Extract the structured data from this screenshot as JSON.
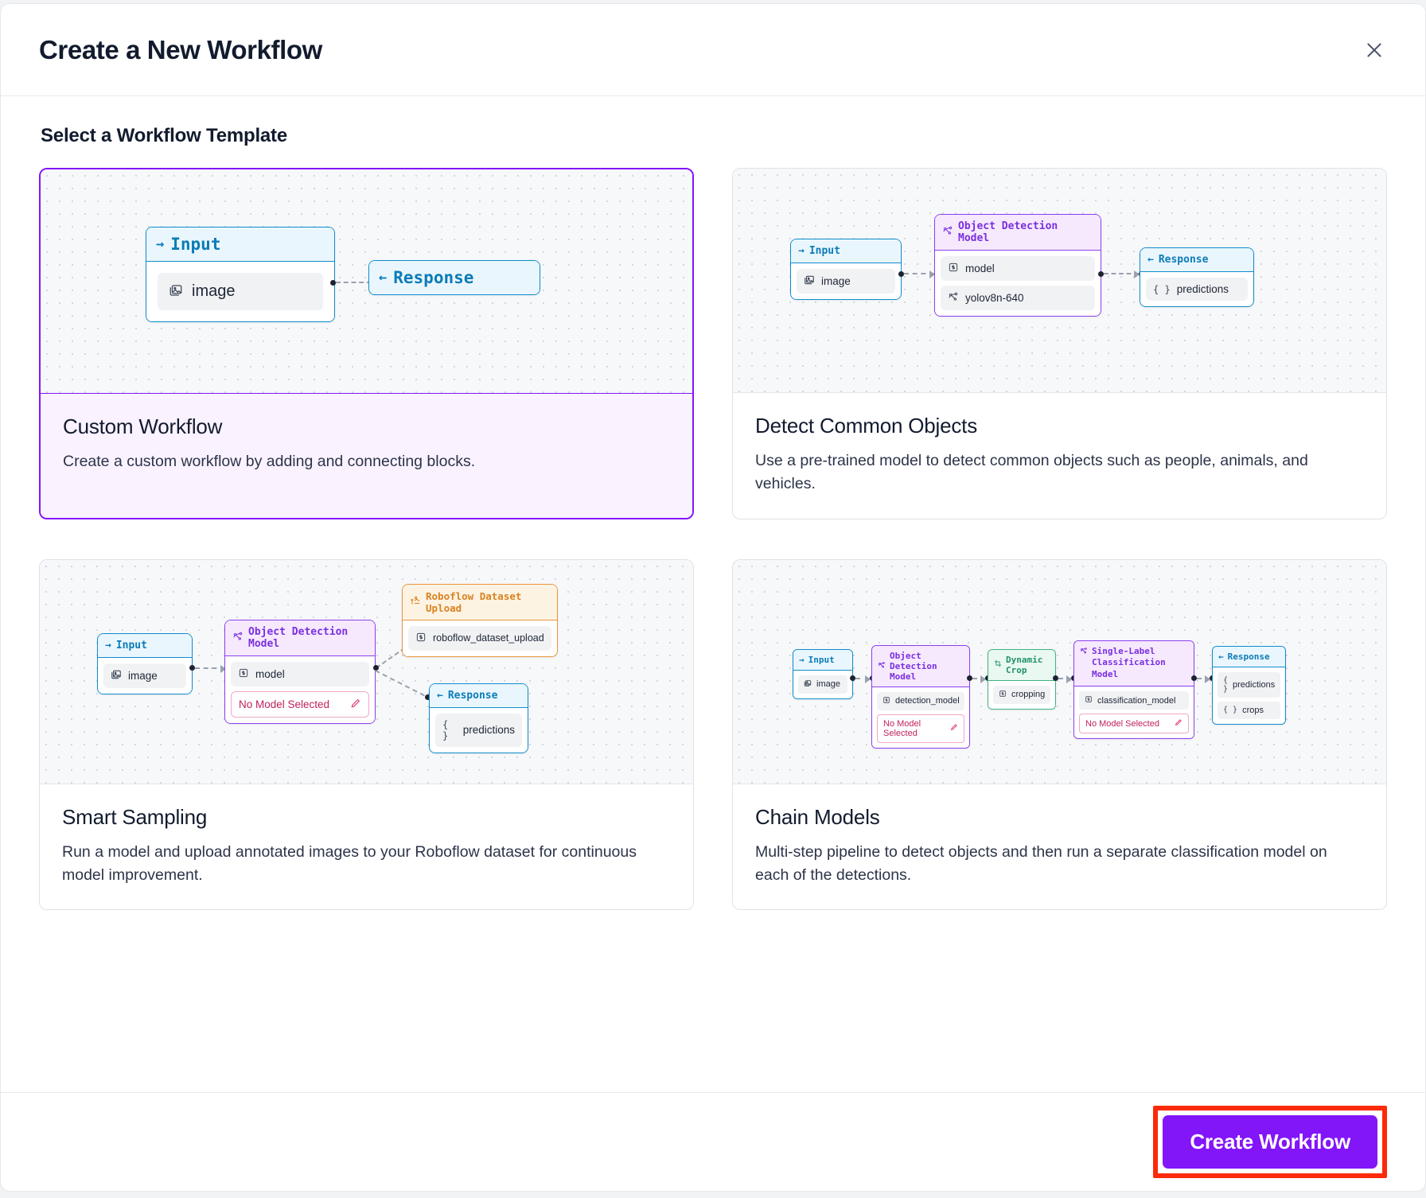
{
  "dialog": {
    "title": "Create a New Workflow",
    "close_icon": "close-icon",
    "section_title": "Select a Workflow Template",
    "primary_button": "Create Workflow",
    "accent_color": "#8315f9",
    "highlight_color": "#fc2a08"
  },
  "templates": [
    {
      "id": "custom-workflow",
      "name": "Custom Workflow",
      "description": "Create a custom workflow by adding and connecting blocks.",
      "selected": true,
      "nodes": [
        {
          "id": "input",
          "theme": "blue",
          "icon": "arrow-right-icon",
          "icon_glyph": "→",
          "title": "Input",
          "rows": [
            {
              "icon": "image-icon",
              "label": "image"
            }
          ]
        },
        {
          "id": "response",
          "theme": "blue",
          "icon": "arrow-left-icon",
          "icon_glyph": "←",
          "title": "Response",
          "rows": []
        }
      ]
    },
    {
      "id": "detect-common-objects",
      "name": "Detect Common Objects",
      "description": "Use a pre-trained model to detect common objects such as people, animals, and vehicles.",
      "selected": false,
      "nodes": [
        {
          "id": "input",
          "theme": "blue",
          "icon": "arrow-right-icon",
          "icon_glyph": "→",
          "title": "Input",
          "rows": [
            {
              "icon": "image-icon",
              "label": "image"
            }
          ]
        },
        {
          "id": "object-detection-model",
          "theme": "purple",
          "icon": "model-icon",
          "title": "Object Detection Model",
          "rows": [
            {
              "icon": "param-icon",
              "label": "model"
            },
            {
              "icon": "model-icon",
              "label": "yolov8n-640"
            }
          ]
        },
        {
          "id": "response",
          "theme": "blue",
          "icon": "arrow-left-icon",
          "icon_glyph": "←",
          "title": "Response",
          "rows": [
            {
              "icon": "braces-icon",
              "label": "predictions"
            }
          ]
        }
      ]
    },
    {
      "id": "smart-sampling",
      "name": "Smart Sampling",
      "description": "Run a model and upload annotated images to your Roboflow dataset for continuous model improvement.",
      "selected": false,
      "nodes": [
        {
          "id": "input",
          "theme": "blue",
          "icon": "arrow-right-icon",
          "icon_glyph": "→",
          "title": "Input",
          "rows": [
            {
              "icon": "image-icon",
              "label": "image"
            }
          ]
        },
        {
          "id": "object-detection-model",
          "theme": "purple",
          "icon": "model-icon",
          "title": "Object Detection Model",
          "rows": [
            {
              "icon": "param-icon",
              "label": "model"
            },
            {
              "icon": "pencil-icon",
              "label": "No Model Selected",
              "warn": true
            }
          ]
        },
        {
          "id": "roboflow-dataset-upload",
          "theme": "orange",
          "icon": "upload-icon",
          "title": "Roboflow Dataset Upload",
          "rows": [
            {
              "icon": "param-icon",
              "label": "roboflow_dataset_upload"
            }
          ]
        },
        {
          "id": "response",
          "theme": "blue",
          "icon": "arrow-left-icon",
          "icon_glyph": "←",
          "title": "Response",
          "rows": [
            {
              "icon": "braces-icon",
              "label": "predictions"
            }
          ]
        }
      ]
    },
    {
      "id": "chain-models",
      "name": "Chain Models",
      "description": "Multi-step pipeline to detect objects and then run a separate classification model on each of the detections.",
      "selected": false,
      "nodes": [
        {
          "id": "input",
          "theme": "blue",
          "icon": "arrow-right-icon",
          "icon_glyph": "→",
          "title": "Input",
          "rows": [
            {
              "icon": "image-icon",
              "label": "image"
            }
          ]
        },
        {
          "id": "object-detection-model",
          "theme": "purple",
          "icon": "model-icon",
          "title": "Object Detection Model",
          "rows": [
            {
              "icon": "param-icon",
              "label": "detection_model"
            },
            {
              "icon": "pencil-icon",
              "label": "No Model Selected",
              "warn": true
            }
          ]
        },
        {
          "id": "dynamic-crop",
          "theme": "green",
          "icon": "crop-icon",
          "title": "Dynamic Crop",
          "rows": [
            {
              "icon": "param-icon",
              "label": "cropping"
            }
          ]
        },
        {
          "id": "single-label-classification-model",
          "theme": "purple",
          "icon": "model-icon",
          "title": "Single-Label Classification Model",
          "rows": [
            {
              "icon": "param-icon",
              "label": "classification_model"
            },
            {
              "icon": "pencil-icon",
              "label": "No Model Selected",
              "warn": true
            }
          ]
        },
        {
          "id": "response",
          "theme": "blue",
          "icon": "arrow-left-icon",
          "icon_glyph": "←",
          "title": "Response",
          "rows": [
            {
              "icon": "braces-icon",
              "label": "predictions"
            },
            {
              "icon": "braces-icon",
              "label": "crops"
            }
          ]
        }
      ]
    }
  ]
}
